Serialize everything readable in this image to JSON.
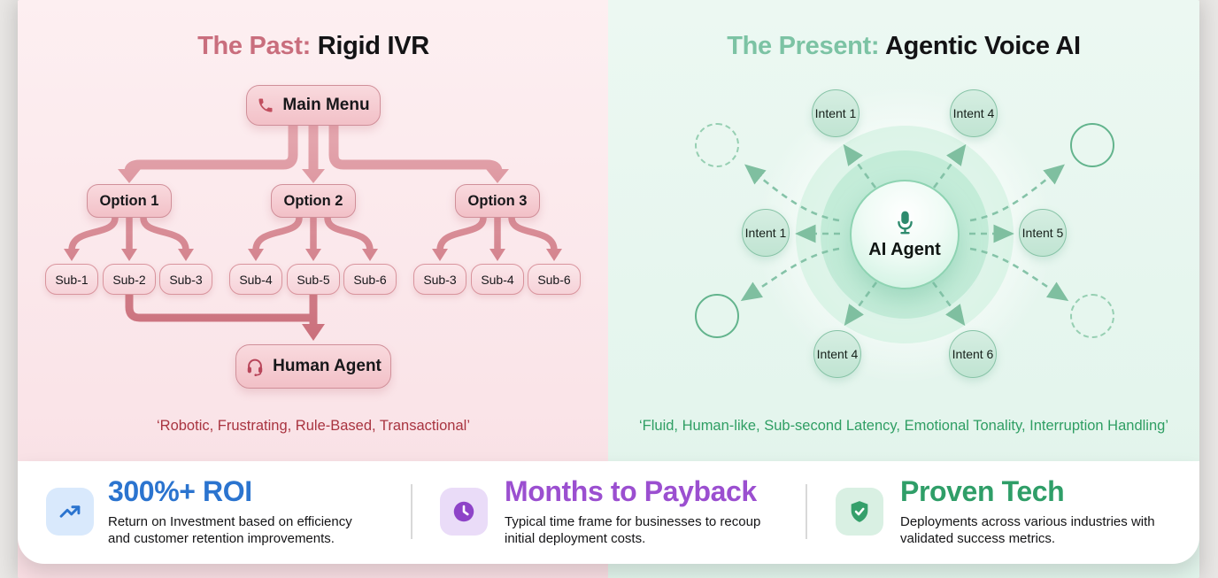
{
  "past": {
    "title_prefix": "The Past:",
    "title_main": "Rigid IVR",
    "main_menu_label": "Main Menu",
    "options": [
      "Option 1",
      "Option 2",
      "Option 3"
    ],
    "subs": [
      "Sub-1",
      "Sub-2",
      "Sub-3",
      "Sub-4",
      "Sub-5",
      "Sub-6",
      "Sub-3",
      "Sub-4",
      "Sub-6"
    ],
    "human_agent_label": "Human Agent",
    "quote": "‘Robotic, Frustrating, Rule-Based, Transactional’",
    "accent_color": "#c96e7d",
    "quote_color": "#a93440",
    "node_border_color": "#d08f99",
    "arrow_color": "#c76b77"
  },
  "present": {
    "title_prefix": "The Present:",
    "title_main": "Agentic Voice AI",
    "center_label": "AI Agent",
    "intents": {
      "top_left": "Intent 1",
      "top_right": "Intent 4",
      "mid_left": "Intent 1",
      "mid_right": "Intent 5",
      "bottom_left": "Intent 4",
      "bottom_right": "Intent 6"
    },
    "quote": "‘Fluid, Human-like, Sub-second Latency, Emotional Tonality, Interruption Handling’",
    "accent_color": "#7cc3a4",
    "quote_color": "#2f9e63",
    "dash_arrow_color": "#85c3a8",
    "mic_icon_color": "#2d8a6d"
  },
  "stats": [
    {
      "title": "300%+ ROI",
      "description": "Return on Investment based on efficiency and customer retention improvements.",
      "icon": "trending-up-icon",
      "accent_color": "#2b74cf",
      "icon_bg_color": "#d9e9fc"
    },
    {
      "title": "Months to Payback",
      "description": "Typical time frame for businesses to recoup initial deployment costs.",
      "icon": "clock-icon",
      "accent_color": "#9b4fd0",
      "icon_bg_color": "#eadcf8"
    },
    {
      "title": "Proven Tech",
      "description": "Deployments across various industries with validated success metrics.",
      "icon": "shield-check-icon",
      "accent_color": "#2f9e68",
      "icon_bg_color": "#d9f0e3"
    }
  ]
}
